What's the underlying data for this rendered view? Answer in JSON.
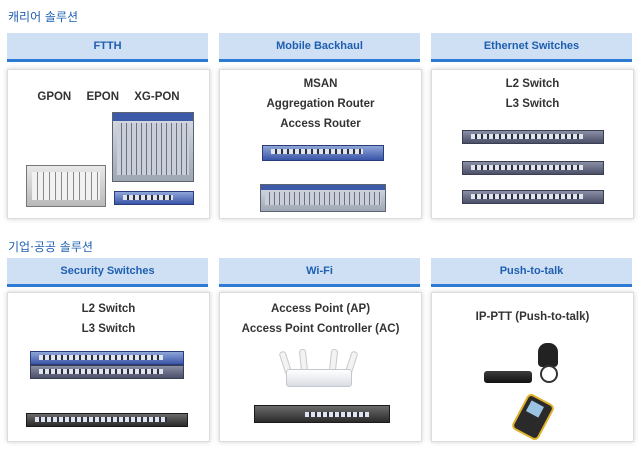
{
  "sections": [
    {
      "title": "캐리어 솔루션",
      "tabs": [
        {
          "label": "FTTH",
          "card": {
            "labels": [
              "GPON",
              "EPON",
              "XG-PON"
            ]
          }
        },
        {
          "label": "Mobile Backhaul",
          "card": {
            "labels": [
              "MSAN",
              "Aggregation Router",
              "Access Router"
            ]
          }
        },
        {
          "label": "Ethernet Switches",
          "card": {
            "labels": [
              "L2 Switch",
              "L3 Switch"
            ]
          }
        }
      ]
    },
    {
      "title": "기업·공공 솔루션",
      "tabs": [
        {
          "label": "Security Switches",
          "card": {
            "labels": [
              "L2 Switch",
              "L3 Switch"
            ]
          }
        },
        {
          "label": "Wi-Fi",
          "card": {
            "labels": [
              "Access Point (AP)",
              "Access Point Controller (AC)"
            ]
          }
        },
        {
          "label": "Push-to-talk",
          "card": {
            "labels": [
              "IP-PTT (Push-to-talk)"
            ]
          }
        }
      ]
    }
  ],
  "colors": {
    "accent": "#2e7bd6",
    "tab_bg": "#cfe0f5",
    "title_text": "#1f5fb0"
  }
}
